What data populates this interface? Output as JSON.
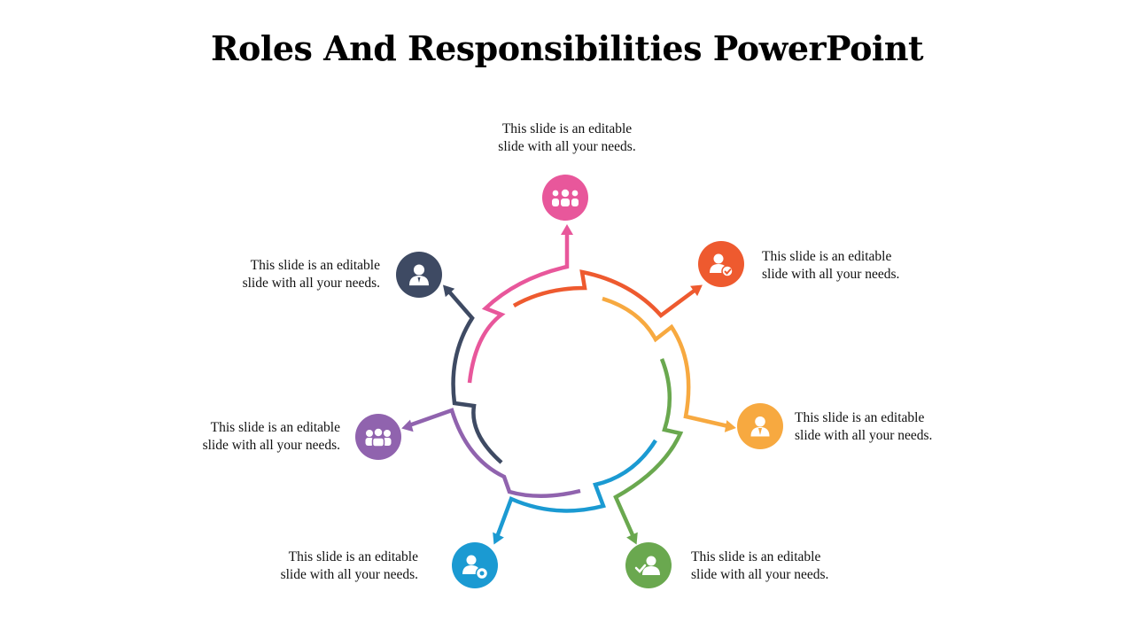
{
  "title": "Roles And Responsibilities PowerPoint",
  "items": [
    {
      "color": "#E8579B",
      "icon": "team-group-icon",
      "line1": "This slide is an editable",
      "line2": "slide with all your needs."
    },
    {
      "color": "#EE5A2F",
      "icon": "user-approved-icon",
      "line1": "This slide is an editable",
      "line2": "slide with all your needs."
    },
    {
      "color": "#F7A940",
      "icon": "businessman-icon",
      "line1": "This slide is an editable",
      "line2": "slide with all your needs."
    },
    {
      "color": "#6AA84F",
      "icon": "user-check-icon",
      "line1": "This slide is an editable",
      "line2": "slide with all your needs."
    },
    {
      "color": "#1B9AD2",
      "icon": "user-settings-icon",
      "line1": "This slide is an editable",
      "line2": "slide with all your needs."
    },
    {
      "color": "#9063AE",
      "icon": "group-icon",
      "line1": "This slide is an editable",
      "line2": "slide with all your needs."
    },
    {
      "color": "#3E4A63",
      "icon": "person-icon",
      "line1": "This slide is an editable",
      "line2": "slide with all your needs."
    }
  ]
}
